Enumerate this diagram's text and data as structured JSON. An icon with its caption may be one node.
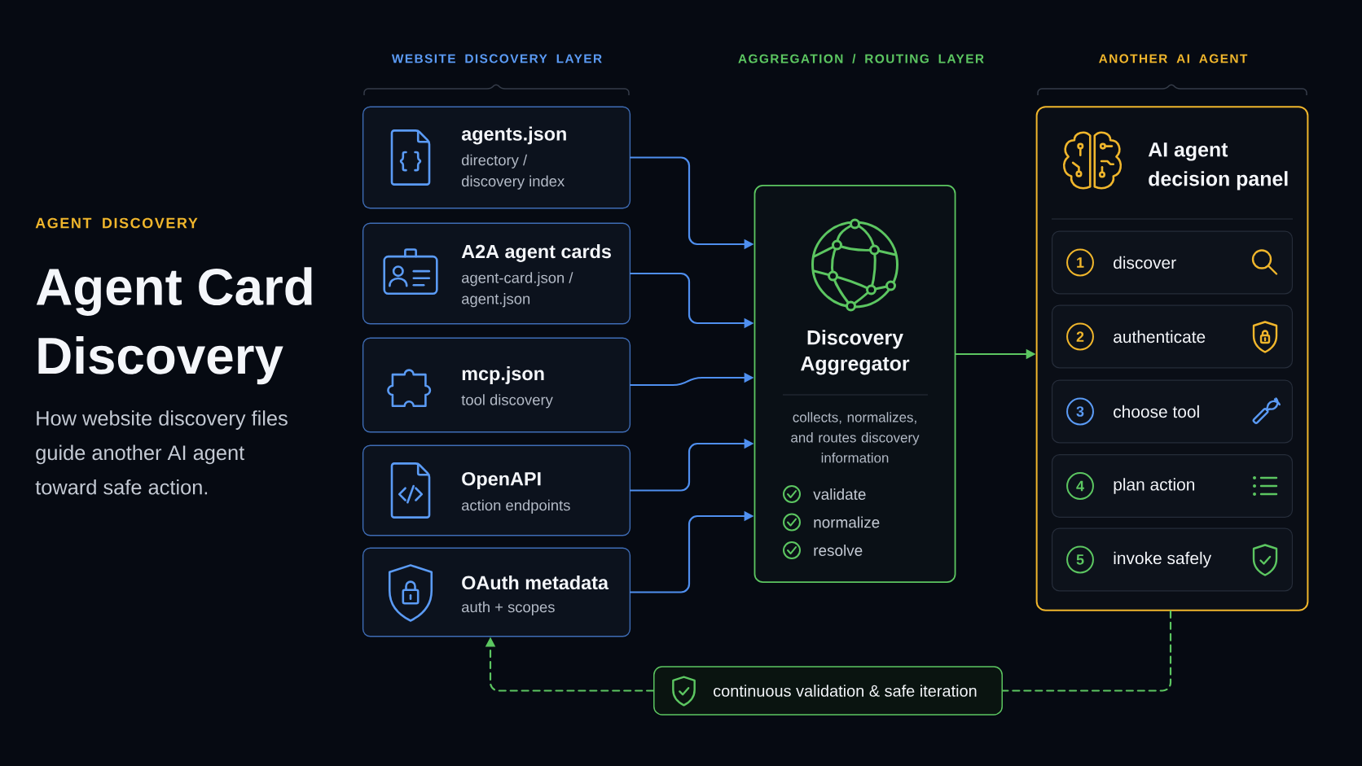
{
  "diagram": {
    "title": "Agent Card Discovery",
    "nodes": [
      {
        "text": [
          "agents.json",
          "directory / discovery index"
        ]
      },
      {
        "text": [
          "A2A agent cards",
          "agent-card.json / agent.json"
        ]
      },
      {
        "text": [
          "mcp.json",
          "tool discovery"
        ]
      },
      {
        "text": [
          "OpenAPI",
          "action endpoints"
        ]
      },
      {
        "text": [
          "OAuth metadata",
          "auth + scopes"
        ]
      },
      {
        "text": [
          "Discovery Aggregator",
          "collects, normalizes, and routes discovery information",
          "validate",
          "normalize",
          "resolve"
        ]
      },
      {
        "text": [
          "AI agent decision panel"
        ]
      },
      {
        "text": [
          "1",
          "discover"
        ],
        "in": 6
      },
      {
        "text": [
          "2",
          "authenticate"
        ],
        "in": 6
      },
      {
        "text": [
          "3",
          "choose tool"
        ],
        "in": 6
      },
      {
        "text": [
          "4",
          "plan action"
        ],
        "in": 6
      },
      {
        "text": [
          "5",
          "invoke safely"
        ],
        "in": 6
      },
      {
        "text": [
          "continuous validation & safe iteration"
        ]
      }
    ],
    "edges": [
      {
        "from": 0,
        "to": 5,
        "arrow": "to"
      },
      {
        "from": 1,
        "to": 5,
        "arrow": "to"
      },
      {
        "from": 2,
        "to": 5,
        "arrow": "to"
      },
      {
        "from": 3,
        "to": 5,
        "arrow": "to"
      },
      {
        "from": 4,
        "to": 5,
        "arrow": "to"
      },
      {
        "from": 5,
        "to": 6,
        "arrow": "to",
        "color": "#5cc661"
      },
      {
        "from": 6,
        "to": 12,
        "arrow": "none",
        "style": "dashed",
        "color": "#5cc661"
      },
      {
        "from": 12,
        "to": 4,
        "arrow": "to",
        "style": "dashed",
        "color": "#5cc661"
      }
    ],
    "labels": [
      "AGENT DISCOVERY",
      "How website discovery files guide another AI agent toward safe action.",
      "WEBSITE DISCOVERY LAYER",
      "AGGREGATION / ROUTING LAYER",
      "ANOTHER AI AGENT"
    ]
  }
}
